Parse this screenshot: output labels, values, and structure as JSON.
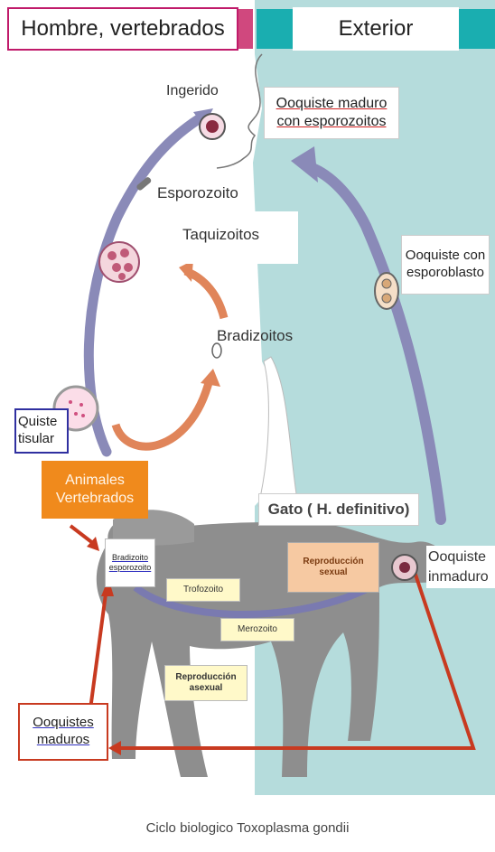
{
  "headers": {
    "left": "Hombre, vertebrados",
    "right": "Exterior"
  },
  "labels": {
    "ingerido": "Ingerido",
    "esporozoito": "Esporozoito",
    "taquizoitos": "Taquizoitos",
    "bradizoitos": "Bradizoitos",
    "quiste_tisular": "Quiste tisular",
    "animales_vertebrados": "Animales Vertebrados",
    "ooquiste_maduro_esporozoitos": "Ooquiste maduro con esporozoitos",
    "ooquiste_esporoblasto": "Ooquiste con esporoblasto",
    "gato": "Gato ( H. definitivo)",
    "ooquiste_inmaduro": "Ooquiste inmaduro",
    "ooquistes_maduros": "Ooquistes maduros",
    "bradizoito_esporozoito": "Bradizoito esporozoito",
    "trofozoito": "Trofozoito",
    "merozoito": "Merozoito",
    "reproduccion_sexual": "Reproducción sexual",
    "reproduccion_asexual": "Reproducción asexual"
  },
  "caption": "Ciclo biologico Toxoplasma gondii",
  "colors": {
    "exterior_bg": "#b5dcdc",
    "header_border": "#c01a6a",
    "header_teal": "#1aaeb0",
    "header_pink": "#d0487e",
    "cycle_arrow": "#8a8ab8",
    "orange_arrow": "#e0855a",
    "red_arrow": "#c83a20",
    "cat": "#8e8e8e",
    "animales_box": "#f08a1c",
    "repro_box": "#f6c9a2"
  }
}
